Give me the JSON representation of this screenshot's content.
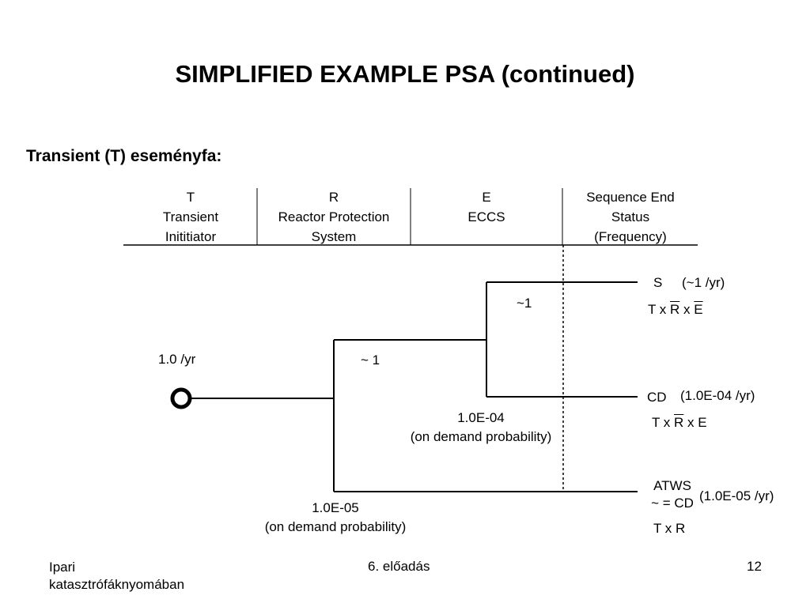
{
  "slide": {
    "title": "SIMPLIFIED EXAMPLE PSA (continued)",
    "subtitle": "Transient (T) eseményfa:"
  },
  "header": {
    "columns": [
      {
        "code": "T",
        "line1": "Transient",
        "line2": "Inititiator"
      },
      {
        "code": "R",
        "line1": "Reactor Protection",
        "line2": "System"
      },
      {
        "code": "E",
        "line1": "ECCS",
        "line2": ""
      },
      {
        "code": "Sequence End",
        "line1": "Status",
        "line2": "(Frequency)"
      }
    ]
  },
  "tree": {
    "initiator_frequency": "1.0 /yr",
    "branch_r_success": "~ 1",
    "branch_e_success": "~1",
    "e_failure_prob": "1.0E-04",
    "e_failure_note": "(on demand probability)",
    "r_failure_prob": "1.0E-05",
    "r_failure_note": "(on demand probability)"
  },
  "outcomes": {
    "s": {
      "state": "S",
      "freq": "(~1 /yr)",
      "expr_prefix": "T x ",
      "expr_r": "R",
      "expr_mid": " x ",
      "expr_e": "E"
    },
    "cd": {
      "state": "CD",
      "freq": "(1.0E-04 /yr)",
      "expr_prefix": "T x ",
      "expr_r": "R",
      "expr_suffix": " x E"
    },
    "atws": {
      "state": "ATWS",
      "state2": "~ = CD",
      "freq": "(1.0E-05 /yr)",
      "expr": "T x R"
    }
  },
  "footer": {
    "left_line1": "Ipari",
    "left_line2": "katasztrófáknyomában",
    "center": "6. előadás",
    "page": "12"
  }
}
